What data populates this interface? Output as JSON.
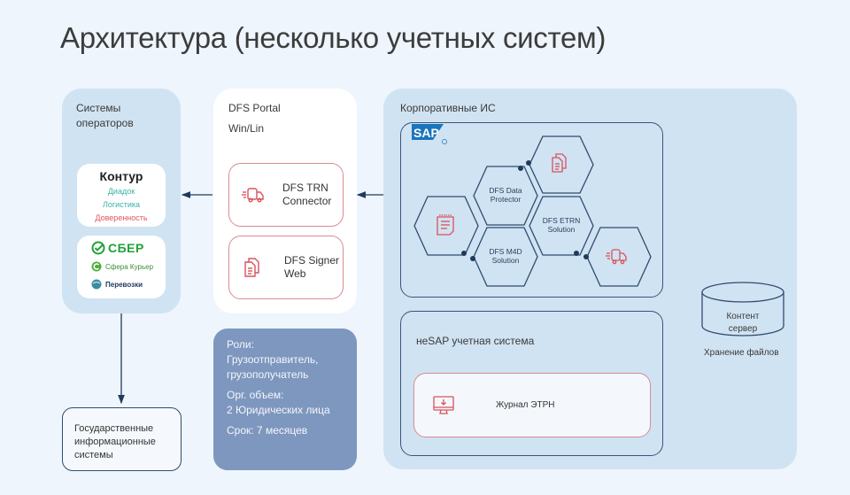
{
  "title": "Архитектура (несколько учетных систем)",
  "operators": {
    "heading": "Системы операторов",
    "kontur": {
      "name": "Контур",
      "items": [
        {
          "label": "Диадок",
          "color": "#3bb3a8"
        },
        {
          "label": "Логистика",
          "color": "#3bb3a8"
        },
        {
          "label": "Доверенность",
          "color": "#e0555d"
        }
      ]
    },
    "sber": {
      "name": "СБЕР",
      "items": [
        {
          "label": "Сфера Курьер"
        },
        {
          "label": "Перевозки"
        }
      ]
    }
  },
  "gis": {
    "label": "Государственные информационные системы"
  },
  "portal": {
    "title": "DFS Portal",
    "subtitle": "Win/Lin",
    "cards": [
      {
        "label_line1": "DFS TRN",
        "label_line2": "Connector",
        "icon": "truck-icon"
      },
      {
        "label_line1": "DFS Signer",
        "label_line2": "Web",
        "icon": "documents-icon"
      }
    ]
  },
  "roles": {
    "roles_label": "Роли:",
    "roles_value_1": "Грузоотправитель,",
    "roles_value_2": "грузополучатель",
    "volume_label": "Орг. объем:",
    "volume_value": "2 Юридических лица",
    "term": "Срок: 7 месяцев"
  },
  "corporate": {
    "heading": "Корпоративные ИС",
    "sap_logo": "SAP",
    "hexagons": [
      {
        "id": "data-protector",
        "line1": "DFS Data",
        "line2": "Protector"
      },
      {
        "id": "m4d",
        "line1": "DFS M4D",
        "line2": "Solution"
      },
      {
        "id": "etrn",
        "line1": "DFS ETRN",
        "line2": "Solution"
      }
    ],
    "nesap": {
      "heading": "неSAP учетная система",
      "journal": "Журнал ЭТРН"
    }
  },
  "storage": {
    "server_line1": "Контент",
    "server_line2": "сервер",
    "caption": "Хранение файлов"
  },
  "colors": {
    "accent_red": "#d9525c",
    "line_dark": "#2f4b6e",
    "panel_blue": "#d0e3f2",
    "roles_panel": "#7e97bf"
  }
}
